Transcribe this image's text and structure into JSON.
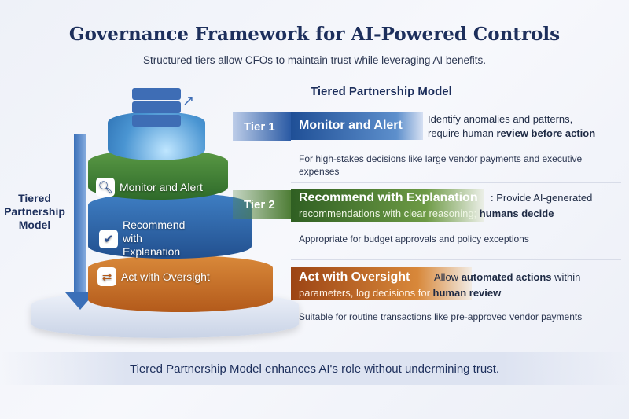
{
  "title": "Governance Framework for AI-Powered Controls",
  "subtitle": "Structured tiers allow CFOs to maintain trust while leveraging AI benefits.",
  "model_heading": "Tiered Partnership Model",
  "side_label": "Tiered Partnership Model",
  "pyramid": [
    {
      "label": "Monitor and Alert",
      "icon": "magnifier-icon"
    },
    {
      "label": "Recommend with Explanation",
      "icon": "checklist-icon"
    },
    {
      "label": "Act with Oversight",
      "icon": "workflow-icon"
    }
  ],
  "tier_flags": [
    "Tier 1",
    "Tier 2"
  ],
  "tiers": [
    {
      "name": "Monitor and Alert",
      "desc_a": "Identify anomalies and patterns,",
      "desc_b": "require human ",
      "desc_bold": "review before action",
      "desc_c": "",
      "use": "For high-stakes decisions like large vendor payments and executive expenses",
      "color": "#1f4f96"
    },
    {
      "name": "Recommend with Explanation",
      "desc_a": ": Provide AI-generated",
      "desc_b": "recommendations with clear reasoning; ",
      "desc_bold": "humans decide",
      "desc_c": "",
      "use": "Appropriate for budget approvals and policy exceptions",
      "color": "#3d6b2a"
    },
    {
      "name": "Act with Oversight",
      "desc_a": "Allow ",
      "desc_bold_a": "automated actions",
      "desc_a2": " within",
      "desc_b": "parameters, log decisions for ",
      "desc_bold": "human review",
      "use": "Suitable for routine transactions like pre-approved vendor payments",
      "color": "#b8581a"
    }
  ],
  "footer": "Tiered Partnership Model enhances AI's role without undermining trust."
}
